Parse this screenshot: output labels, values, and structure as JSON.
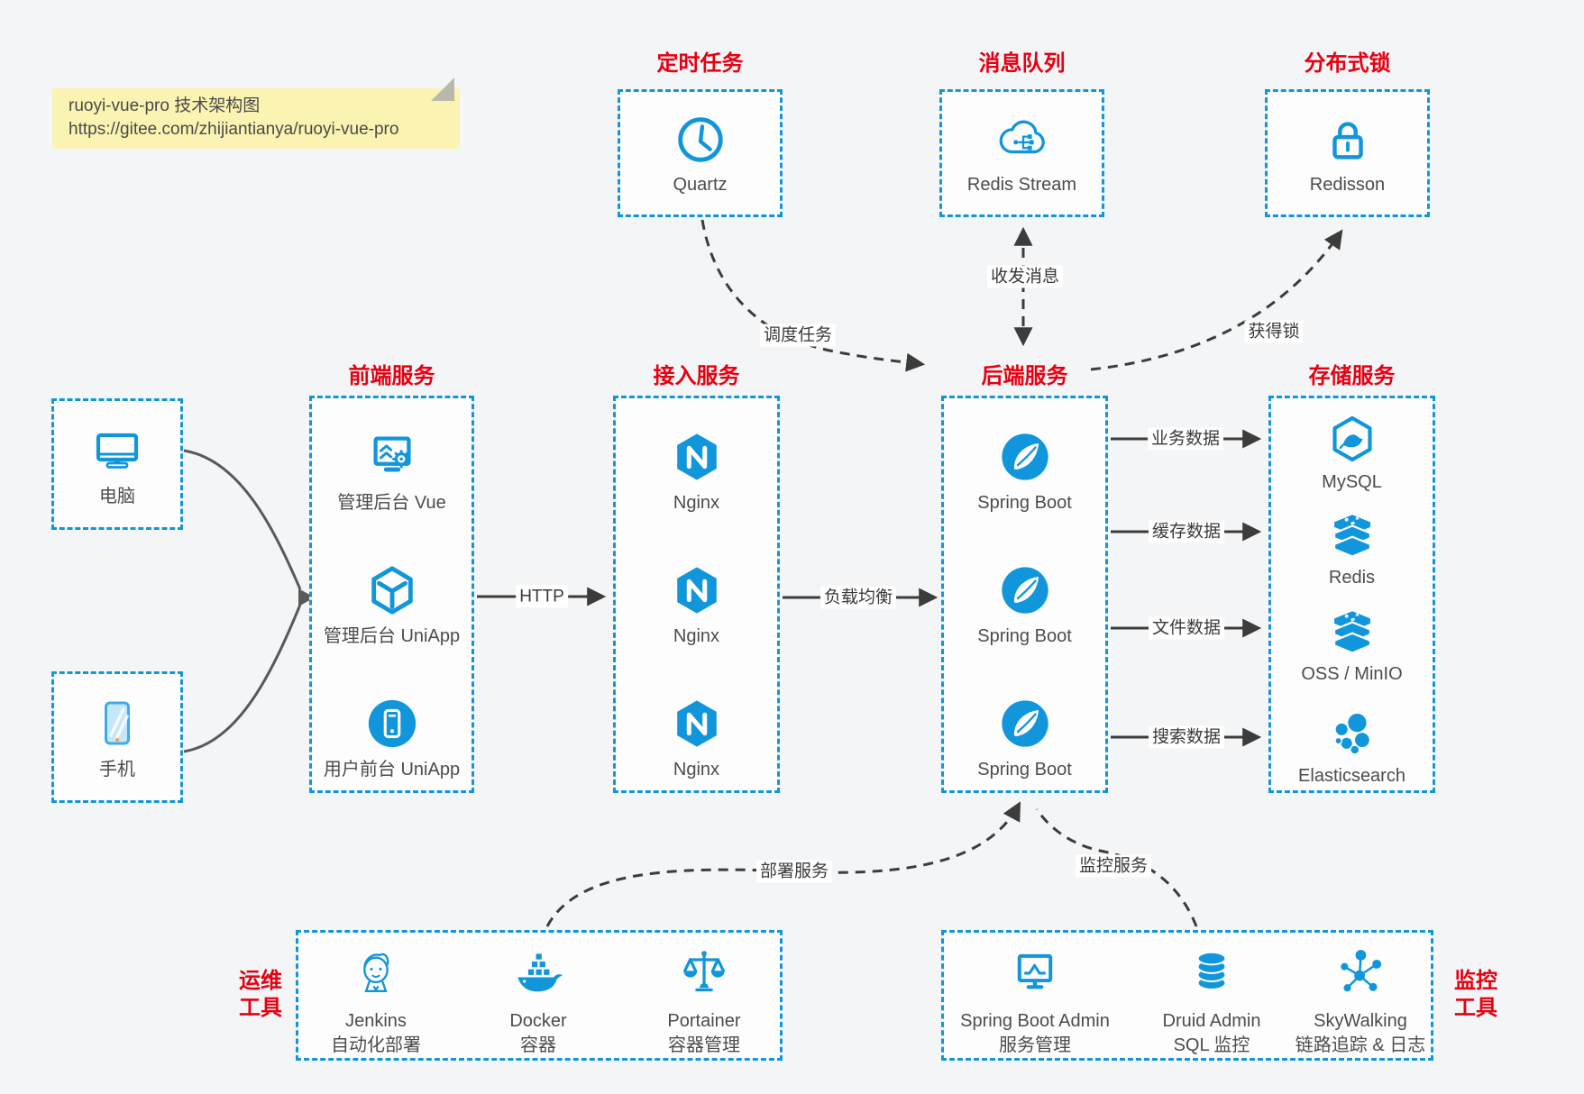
{
  "note": {
    "line1": "ruoyi-vue-pro 技术架构图",
    "line2": "https://gitee.com/zhijiantianya/ruoyi-vue-pro"
  },
  "top_groups": [
    {
      "title": "定时任务",
      "item": {
        "label": "Quartz",
        "icon": "clock-icon"
      }
    },
    {
      "title": "消息队列",
      "item": {
        "label": "Redis Stream",
        "icon": "cloud-queue-icon"
      }
    },
    {
      "title": "分布式锁",
      "item": {
        "label": "Redisson",
        "icon": "lock-icon"
      }
    }
  ],
  "clients": [
    {
      "label": "电脑",
      "icon": "desktop-icon"
    },
    {
      "label": "手机",
      "icon": "mobile-icon"
    }
  ],
  "columns": [
    {
      "title": "前端服务",
      "items": [
        {
          "label": "管理后台 Vue",
          "icon": "admin-vue-icon"
        },
        {
          "label": "管理后台 UniApp",
          "icon": "cube-icon"
        },
        {
          "label": "用户前台 UniApp",
          "icon": "phone-circle-icon"
        }
      ]
    },
    {
      "title": "接入服务",
      "items": [
        {
          "label": "Nginx",
          "icon": "nginx-icon"
        },
        {
          "label": "Nginx",
          "icon": "nginx-icon"
        },
        {
          "label": "Nginx",
          "icon": "nginx-icon"
        }
      ]
    },
    {
      "title": "后端服务",
      "items": [
        {
          "label": "Spring Boot",
          "icon": "spring-icon"
        },
        {
          "label": "Spring Boot",
          "icon": "spring-icon"
        },
        {
          "label": "Spring Boot",
          "icon": "spring-icon"
        }
      ]
    },
    {
      "title": "存储服务",
      "items": [
        {
          "label": "MySQL",
          "icon": "mysql-icon"
        },
        {
          "label": "Redis",
          "icon": "redis-stack-icon"
        },
        {
          "label": "OSS / MinIO",
          "icon": "storage-stack-icon"
        },
        {
          "label": "Elasticsearch",
          "icon": "elasticsearch-icon"
        }
      ]
    }
  ],
  "edge_labels": {
    "http": "HTTP",
    "load_balance": "负载均衡",
    "business": "业务数据",
    "cache": "缓存数据",
    "file": "文件数据",
    "search": "搜索数据",
    "schedule": "调度任务",
    "message": "收发消息",
    "lock": "获得锁",
    "deploy": "部署服务",
    "monitor": "监控服务"
  },
  "bottom_groups": [
    {
      "side_line1": "运维",
      "side_line2": "工具",
      "items": [
        {
          "line1": "Jenkins",
          "line2": "自动化部署",
          "icon": "jenkins-icon"
        },
        {
          "line1": "Docker",
          "line2": "容器",
          "icon": "docker-icon"
        },
        {
          "line1": "Portainer",
          "line2": "容器管理",
          "icon": "portainer-icon"
        }
      ]
    },
    {
      "side_line1": "监控",
      "side_line2": "工具",
      "items": [
        {
          "line1": "Spring Boot Admin",
          "line2": "服务管理",
          "icon": "spring-boot-admin-icon"
        },
        {
          "line1": "Druid Admin",
          "line2": "SQL 监控",
          "icon": "druid-icon"
        },
        {
          "line1": "SkyWalking",
          "line2": "链路追踪 & 日志",
          "icon": "skywalking-icon"
        }
      ]
    }
  ],
  "colors": {
    "accent_blue": "#1296db",
    "title_red": "#e60012",
    "note_bg": "#faf3b1",
    "line_dark": "#3c3c3c",
    "connector_gray": "#595959",
    "background": "#f4f5f6"
  }
}
